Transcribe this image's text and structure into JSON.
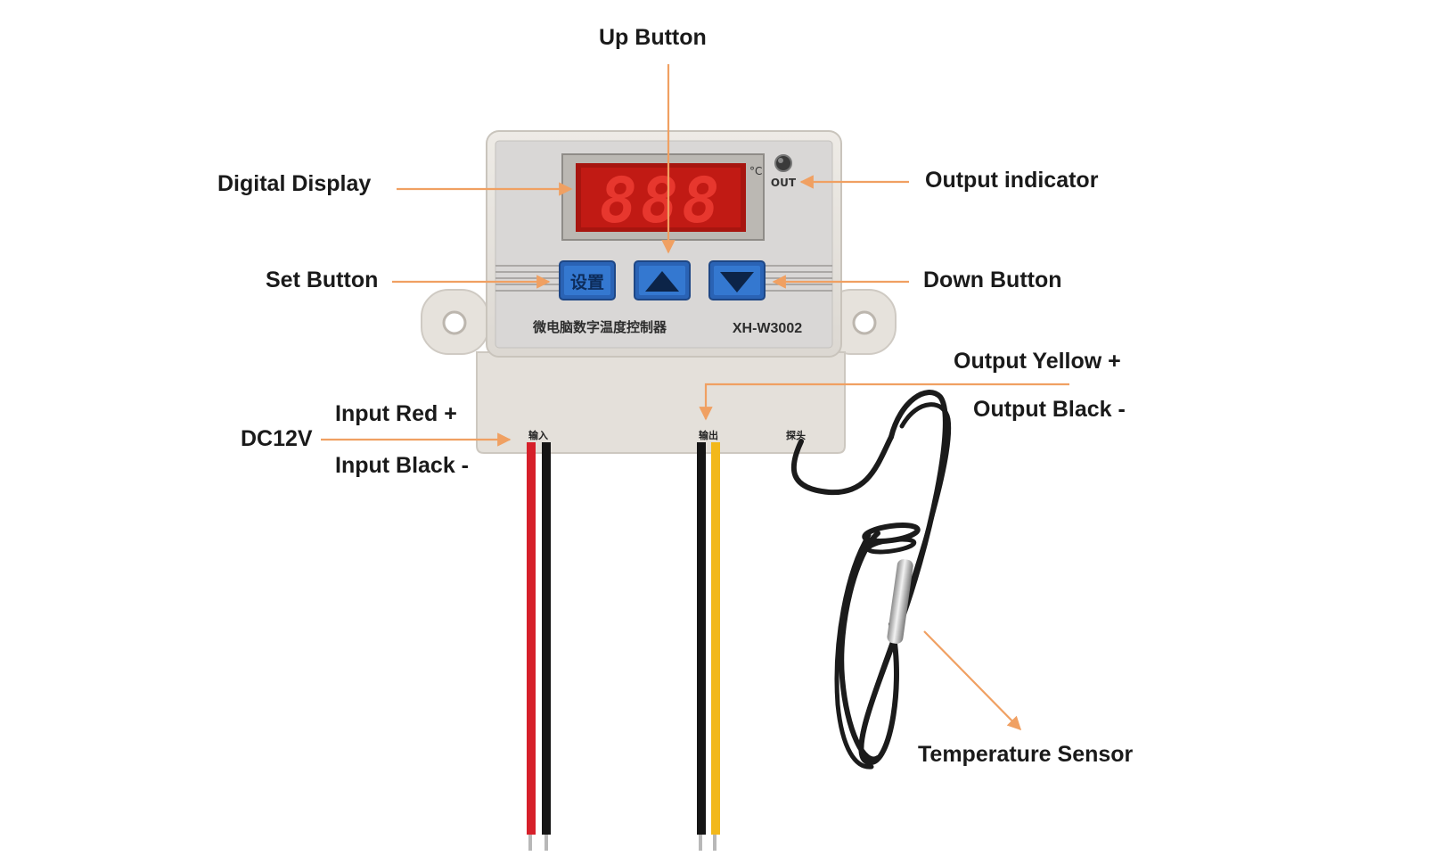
{
  "labels": {
    "up_button": "Up Button",
    "digital_display": "Digital Display",
    "output_indicator": "Output indicator",
    "set_button": "Set Button",
    "down_button": "Down Button",
    "output_yellow": "Output Yellow +",
    "output_black": "Output Black -",
    "input_red": "Input Red +",
    "dc12v": "DC12V",
    "input_black": "Input Black -",
    "temperature_sensor": "Temperature Sensor"
  },
  "device": {
    "display_digits": "888",
    "degree_unit": "°C",
    "out_label": "OUT",
    "set_button_text": "设置",
    "chinese_name": "微电脑数字温度控制器",
    "model": "XH-W3002",
    "input_port": "输入",
    "output_port": "输出",
    "probe_port": "探头"
  },
  "colors": {
    "arrow": "#f0a062",
    "button_blue": "#2f6fc4",
    "display_red": "#d8231e",
    "wire_red": "#d6202a",
    "wire_yellow": "#f2b81b",
    "wire_black": "#151515"
  }
}
